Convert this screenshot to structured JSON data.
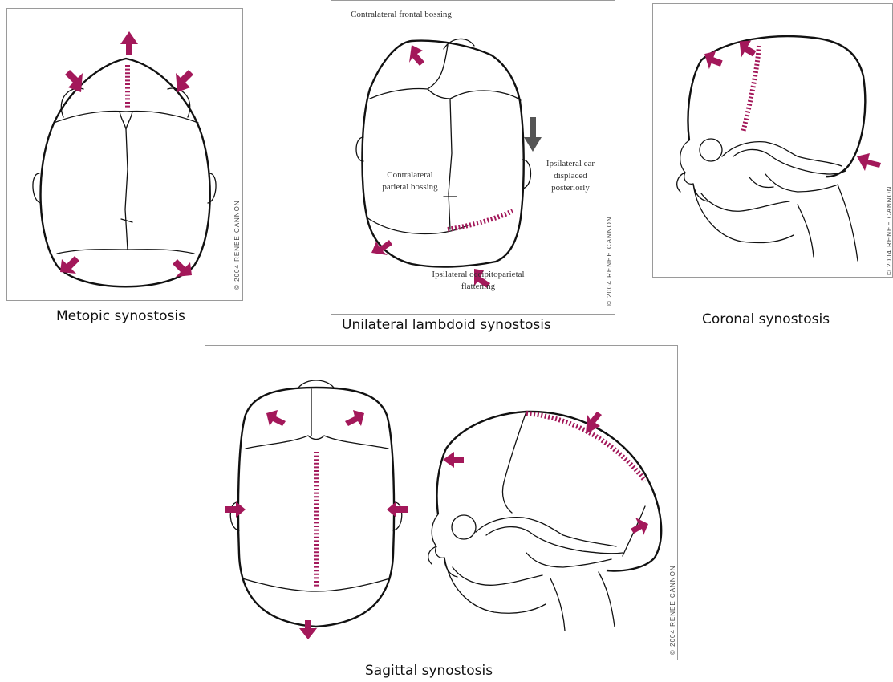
{
  "panels": {
    "metopic": {
      "caption": "Metopic synostosis",
      "credit": "© 2004 RENEE CANNON"
    },
    "lambdoid": {
      "caption": "Unilateral lambdoid synostosis",
      "credit": "© 2004 RENEE CANNON",
      "annotations": {
        "frontal_bossing": "Contralateral frontal bossing",
        "ear_displaced": "Ipsilateral ear displaced posteriorly",
        "parietal_bossing": "Contralateral parietal bossing",
        "occipitoparietal_flattening": "Ipsilateral occipitoparietal flattening"
      }
    },
    "coronal": {
      "caption": "Coronal synostosis",
      "credit": "© 2004 RENEE CANNON"
    },
    "sagittal": {
      "caption": "Sagittal synostosis",
      "credit": "© 2004 RENEE CANNON"
    }
  },
  "colors": {
    "arrow": "#a3185a",
    "fused_suture": "#a3185a",
    "outline": "#111111",
    "ear_arrow": "#555555"
  }
}
